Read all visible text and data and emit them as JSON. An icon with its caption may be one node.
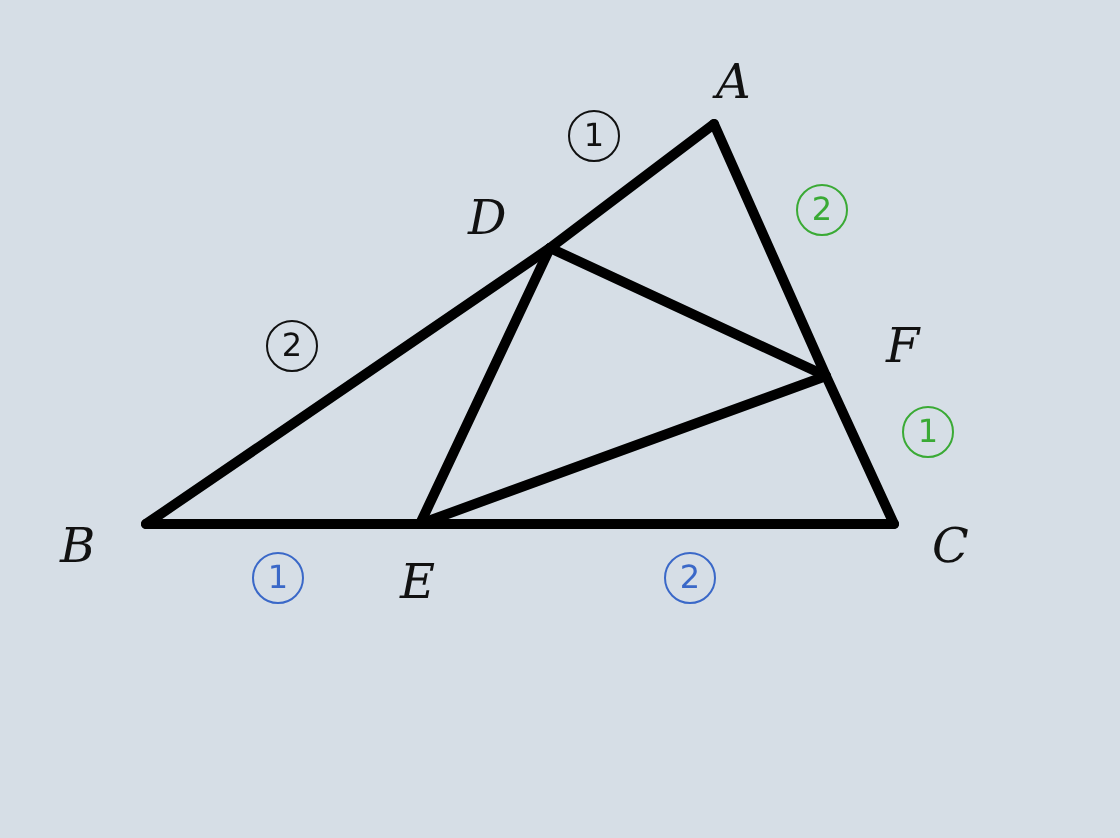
{
  "diagram": {
    "nodes": [
      {
        "text": [
          "A"
        ]
      },
      {
        "text": [
          "D"
        ]
      },
      {
        "text": [
          "F"
        ]
      },
      {
        "text": [
          "B"
        ]
      },
      {
        "text": [
          "E"
        ]
      },
      {
        "text": [
          "C"
        ]
      }
    ],
    "edges": [
      {
        "from": 3,
        "to": 1,
        "arrow": "none"
      },
      {
        "from": 1,
        "to": 0,
        "arrow": "none"
      },
      {
        "from": 0,
        "to": 2,
        "arrow": "none"
      },
      {
        "from": 2,
        "to": 5,
        "arrow": "none"
      },
      {
        "from": 3,
        "to": 4,
        "arrow": "none"
      },
      {
        "from": 4,
        "to": 5,
        "arrow": "none"
      },
      {
        "from": 1,
        "to": 4,
        "arrow": "none"
      },
      {
        "from": 4,
        "to": 2,
        "arrow": "none"
      },
      {
        "from": 1,
        "to": 2,
        "arrow": "none"
      }
    ],
    "labels": [
      "1",
      "2",
      "2",
      "1",
      "1",
      "2"
    ]
  }
}
